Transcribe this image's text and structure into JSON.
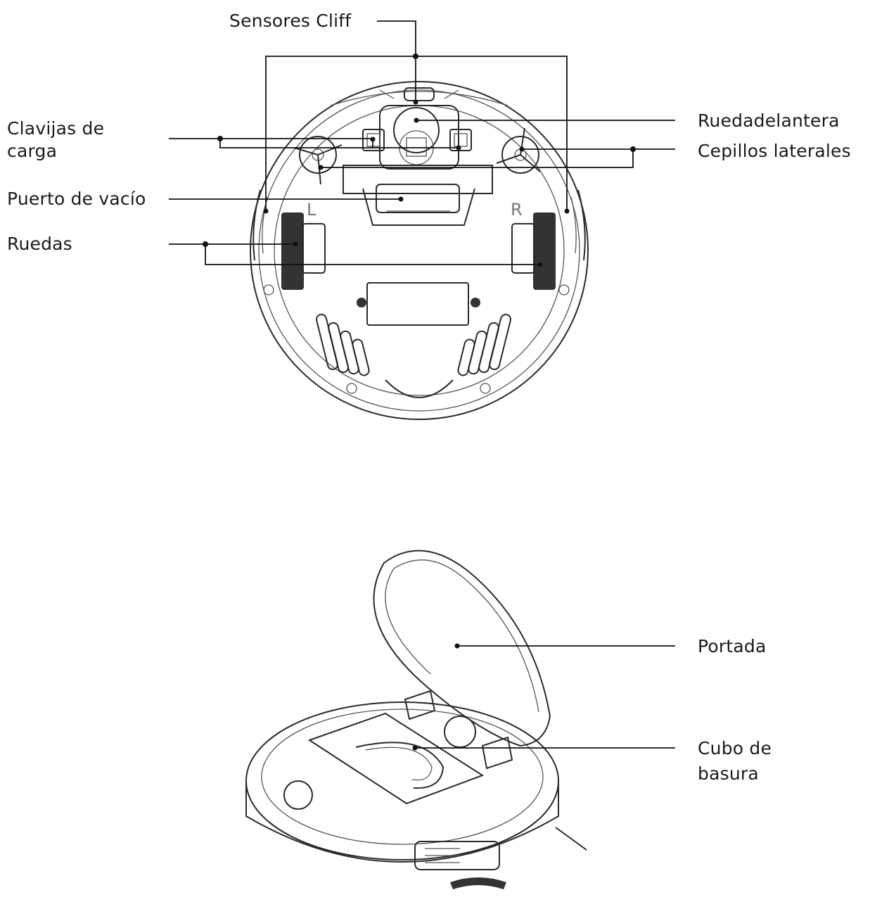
{
  "labels": {
    "cliff_sensors": "Sensores Cliff",
    "charging_pins_line1": "Clavijas de",
    "charging_pins_line2": "carga",
    "vacuum_port": "Puerto de vacío",
    "wheels": "Ruedas",
    "front_wheel": "Ruedadelantera",
    "side_brushes": "Cepillos laterales",
    "cover": "Portada",
    "dustbin_line1": "Cubo de",
    "dustbin_line2": "basura",
    "left_marker": "L",
    "right_marker": "R"
  },
  "colors": {
    "outline": "#2a2a2a",
    "leader": "#111111",
    "background": "#ffffff"
  }
}
